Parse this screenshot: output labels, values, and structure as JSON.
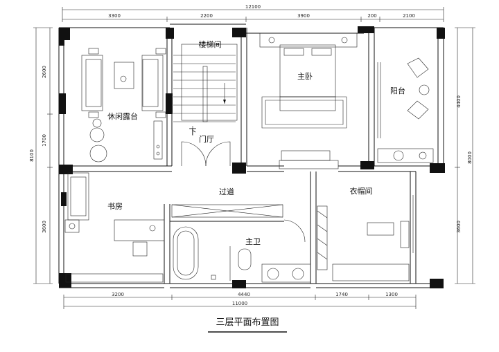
{
  "title": "三层平面布置图",
  "rooms": {
    "leisure_terrace": "休闲露台",
    "stairwell": "楼梯间",
    "master_bedroom": "主卧",
    "balcony": "阳台",
    "foyer": "门厅",
    "stair_down": "下",
    "corridor": "过道",
    "study": "书房",
    "master_bath": "主卫",
    "closet": "衣帽间"
  },
  "dimensions": {
    "top_total": "12100",
    "top_segments": [
      "3300",
      "2200",
      "3900",
      "200",
      "2100"
    ],
    "bottom_segments": [
      "3200",
      "4440",
      "1740",
      "1300"
    ],
    "bottom_total": "11000",
    "left_segments": [
      "2600",
      "1700",
      "3600"
    ],
    "left_total": "8100",
    "right_segments": [
      "4400",
      "3600"
    ],
    "right_total": "8000"
  }
}
